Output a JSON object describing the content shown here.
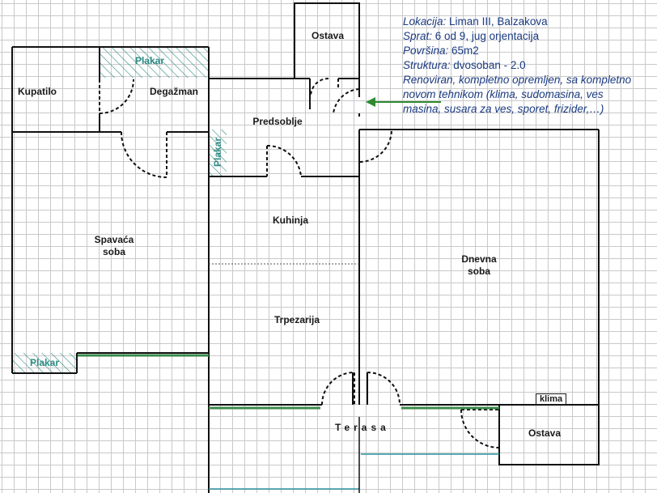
{
  "info": {
    "lokacija_key": "Lokacija:",
    "lokacija_val": " Liman III, Balzakova",
    "sprat_key": "Sprat:",
    "sprat_val": " 6 od 9, jug orjentacija",
    "povrsina_key": "Površina:",
    "povrsina_val": " 65m2",
    "struktura_key": "Struktura:",
    "struktura_val": " dvosoban - 2.0",
    "desc_line1": "Renoviran, kompletno opremljen, sa kompletno",
    "desc_line2": "novom tehnikom (klima, sudomasina, ves",
    "desc_line3": "masina, susara za ves, sporet, frizider,…)"
  },
  "rooms": {
    "ostava_top": "Ostava",
    "kupatilo": "Kupatilo",
    "degazman": "Degažman",
    "predsoblje": "Predsoblje",
    "spavaca_line1": "Spavaća",
    "spavaca_line2": "soba",
    "kuhinja": "Kuhinja",
    "trpezarija": "Trpezarija",
    "dnevna_line1": "Dnevna",
    "dnevna_line2": "soba",
    "terasa": "Terasa",
    "ostava_bottom": "Ostava"
  },
  "plakar": {
    "top": "Plakar",
    "predsoblje": "Plakar",
    "spavaca": "Plakar"
  },
  "klima": "klima",
  "colors": {
    "wall": "#111111",
    "plakar_hatch": "#2e8b84",
    "window_green": "#3a8a4a",
    "window_blue": "#2a8fa0",
    "arrow": "#2f8a2f",
    "info_text": "#1a3a80"
  }
}
